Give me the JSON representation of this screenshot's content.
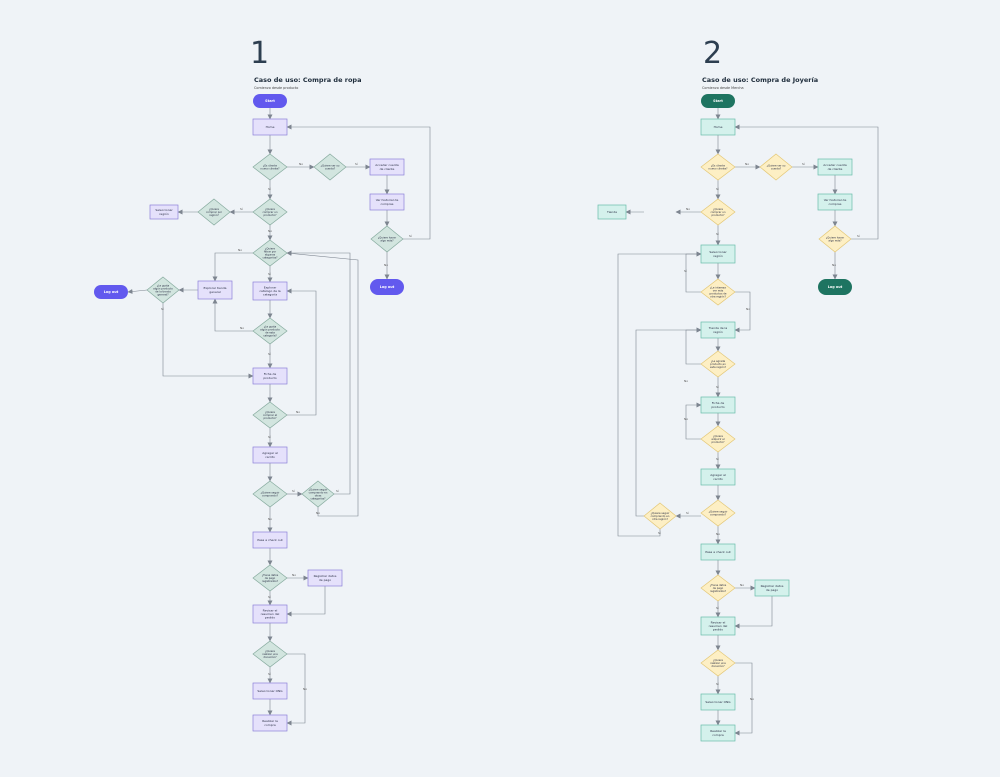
{
  "colors": {
    "background": "#eff3f7",
    "flow1_process_fill": "#e5e1fb",
    "flow1_process_stroke": "#8c80d9",
    "flow1_decision_fill": "#d2e5df",
    "flow1_decision_stroke": "#87ab9f",
    "flow1_terminal": "#6259ee",
    "flow2_process_fill": "#d4f1ec",
    "flow2_process_stroke": "#68bba9",
    "flow2_decision_fill": "#fdefc4",
    "flow2_decision_stroke": "#e4c877",
    "flow2_terminal": "#1e7461",
    "edge": "#7d8590"
  },
  "flow1": {
    "number": "1",
    "title": "Caso de uso: Compra de ropa",
    "subtitle": "Comienzo desde producto",
    "nodes": {
      "start": "Start",
      "home": "Home",
      "q_cliente_nuevo": "¿Es cliente nuevo cliente?",
      "q_quiere_cuenta": "¿Quiere ver su cuenta?",
      "acceder_cuenta": "Acceder cuenta de cliente",
      "ver_historial": "Ver historial de compras",
      "q_hacer_algo_mas": "¿Quiere hacer algo más?",
      "logout_right": "Log out",
      "q_quiere_comprar": "¿Quiere comprar un producto?",
      "seleccionar_region": "Seleccionar región",
      "q_region": "¿Quiere comprar por región?",
      "q_filtrar_categorias": "¿Quiere filtrar por algunas categorías?",
      "explorar_tienda": "Explorar tienda general",
      "q_algun_producto": "¿Le gusta algún producto de la tienda general?",
      "logout_left": "Log out",
      "explorar_catalogo": "Explorar catálogo de la categoría",
      "q_producto_categoria": "¿Le gusta algún producto de esta categoría?",
      "ficha_producto": "Ficha de producto",
      "q_quiere_producto": "¿Quiere comprar el producto?",
      "agregar_carrito": "Agregar al carrito",
      "q_seguir_comprando": "¿Quiere seguir comprando?",
      "q_otros_productos": "¿Quiere seguir comprando en otras categorías?",
      "pasar_checkout": "Pasa a check out",
      "q_datos_registrados": "¿Tiene datos de pago registrados?",
      "registrar_pago": "Registrar datos de pago",
      "revisar_resumen": "Revisar el resumen del pedido",
      "q_cupon": "¿Quiere realizar una donación?",
      "seleccionar_ong": "Seleccionar ONG",
      "realizar_compra": "Realizar la compra"
    }
  },
  "flow2": {
    "number": "2",
    "title": "Caso de uso: Compra de Joyería",
    "subtitle": "Comienzo desde Mercha",
    "nodes": {
      "start": "Start",
      "home": "Home",
      "q_cliente_nuevo": "¿Es cliente nuevo cliente?",
      "q_quiere_cuenta": "¿Quiere ver su cuenta?",
      "acceder_cuenta": "Acceder cuenta de cliente",
      "ver_historial": "Ver historial de compras",
      "q_hacer_algo_mas": "¿Quiere hacer algo más?",
      "logout": "Log out",
      "tienda_left": "Tienda",
      "q_quiere_comprar": "¿Quiere comprar un producto?",
      "seleccionar_region": "Seleccionar región",
      "q_producto_region": "¿Le interesa ver más productos de otra región?",
      "tienda_region": "Tienda de la región",
      "q_algun_producto": "¿Le agrada producto en esta región?",
      "ficha_producto": "Ficha de producto",
      "q_quiere_producto": "¿Quiere adquirir el producto?",
      "agregar_carrito": "Agregar al carrito",
      "q_seguir_comprando": "¿Quiere seguir comprando?",
      "q_otra_region": "¿Quiere seguir comprando en otra región?",
      "pasar_checkout": "Pasa a check out",
      "q_datos_registrados": "¿Tiene datos de pago registrados?",
      "registrar_pago": "Registrar datos de pago",
      "revisar_resumen": "Revisar el resumen del pedido",
      "q_donacion": "¿Quiere realizar una donación?",
      "seleccionar_ong": "Seleccionar ONG",
      "realizar_compra": "Realizar la compra"
    }
  },
  "edge_labels": {
    "yes": "Sí",
    "no": "No"
  }
}
